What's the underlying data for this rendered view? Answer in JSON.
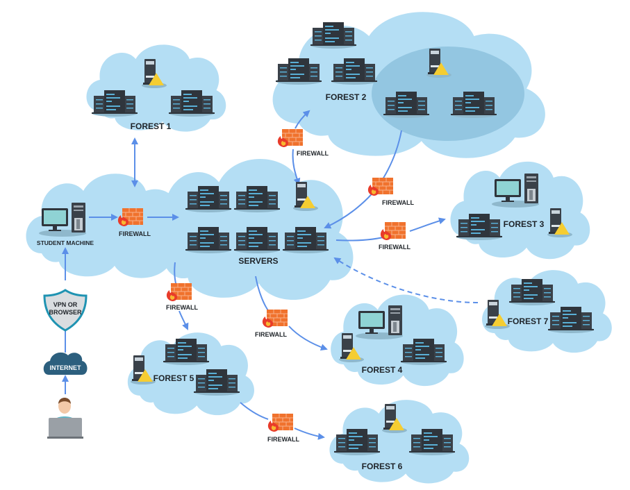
{
  "diagram": {
    "title": "",
    "colors": {
      "cloud": "#b4def4",
      "cloud_inner": "#93c6e1",
      "arrow": "#5b8fe8",
      "firewall_brick": "#f0722d",
      "flame": "#e83b2a",
      "server_dark": "#3a4149",
      "server_light": "#5ab0d6",
      "warning": "#f5cd32",
      "internet": "#2c5f7e",
      "shield_border": "#1f93b2"
    },
    "user": {
      "label": "",
      "icon": "user-laptop-icon"
    },
    "internet": {
      "label": "INTERNET",
      "icon": "cloud-icon"
    },
    "vpn": {
      "line1": "VPN OR",
      "line2": "BROWSER",
      "icon": "shield-icon"
    },
    "student": {
      "label": "STUDENT MACHINE",
      "icon": "desktop-computer-icon"
    },
    "servers": {
      "label": "SERVERS"
    },
    "forests": [
      {
        "id": "forest-1",
        "label": "FOREST 1"
      },
      {
        "id": "forest-2",
        "label": "FOREST 2"
      },
      {
        "id": "forest-3",
        "label": "FOREST 3"
      },
      {
        "id": "forest-4",
        "label": "FOREST 4"
      },
      {
        "id": "forest-5",
        "label": "FOREST 5"
      },
      {
        "id": "forest-6",
        "label": "FOREST 6"
      },
      {
        "id": "forest-7",
        "label": "FOREST 7"
      }
    ],
    "firewall_label": "FIREWALL",
    "connections": [
      {
        "from": "user",
        "to": "internet",
        "style": "solid",
        "via_firewall": false
      },
      {
        "from": "internet",
        "to": "vpn",
        "style": "solid",
        "via_firewall": false
      },
      {
        "from": "vpn",
        "to": "student-machine",
        "style": "solid",
        "via_firewall": false
      },
      {
        "from": "student-machine",
        "to": "servers",
        "style": "solid",
        "via_firewall": true
      },
      {
        "from": "forest-1",
        "to": "servers",
        "style": "solid",
        "bidirectional": true,
        "via_firewall": false
      },
      {
        "from": "servers",
        "to": "forest-2",
        "style": "solid",
        "bidirectional": true,
        "via_firewall": true
      },
      {
        "from": "forest-2",
        "to": "servers",
        "style": "solid",
        "via_firewall": true
      },
      {
        "from": "servers",
        "to": "forest-3",
        "style": "solid",
        "via_firewall": true
      },
      {
        "from": "servers",
        "to": "forest-4",
        "style": "solid",
        "via_firewall": true
      },
      {
        "from": "servers",
        "to": "forest-5",
        "style": "solid",
        "via_firewall": true
      },
      {
        "from": "forest-5",
        "to": "forest-6",
        "style": "solid",
        "via_firewall": true
      },
      {
        "from": "forest-7",
        "to": "servers",
        "style": "dashed",
        "via_firewall": false
      }
    ]
  }
}
